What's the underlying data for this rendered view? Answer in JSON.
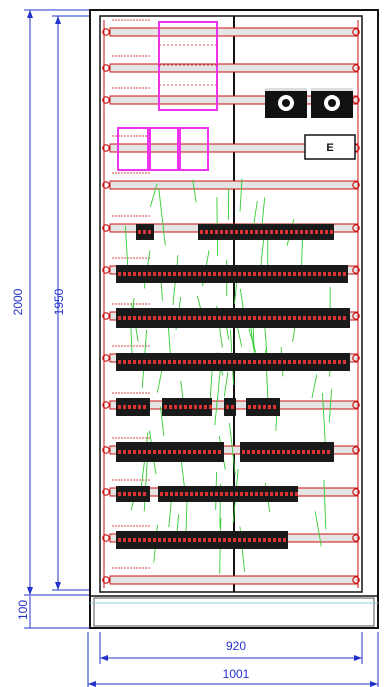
{
  "dimensions": {
    "total_height": "2000",
    "frame_height": "1950",
    "plinth_height": "100",
    "inner_width": "920",
    "total_width": "1001"
  },
  "device_label": "E",
  "colors": {
    "dimension": "#2233cc",
    "rail": "#cc1111",
    "wire": "#33cc33",
    "outline": "#111111",
    "highlight": "#ee33ee"
  }
}
